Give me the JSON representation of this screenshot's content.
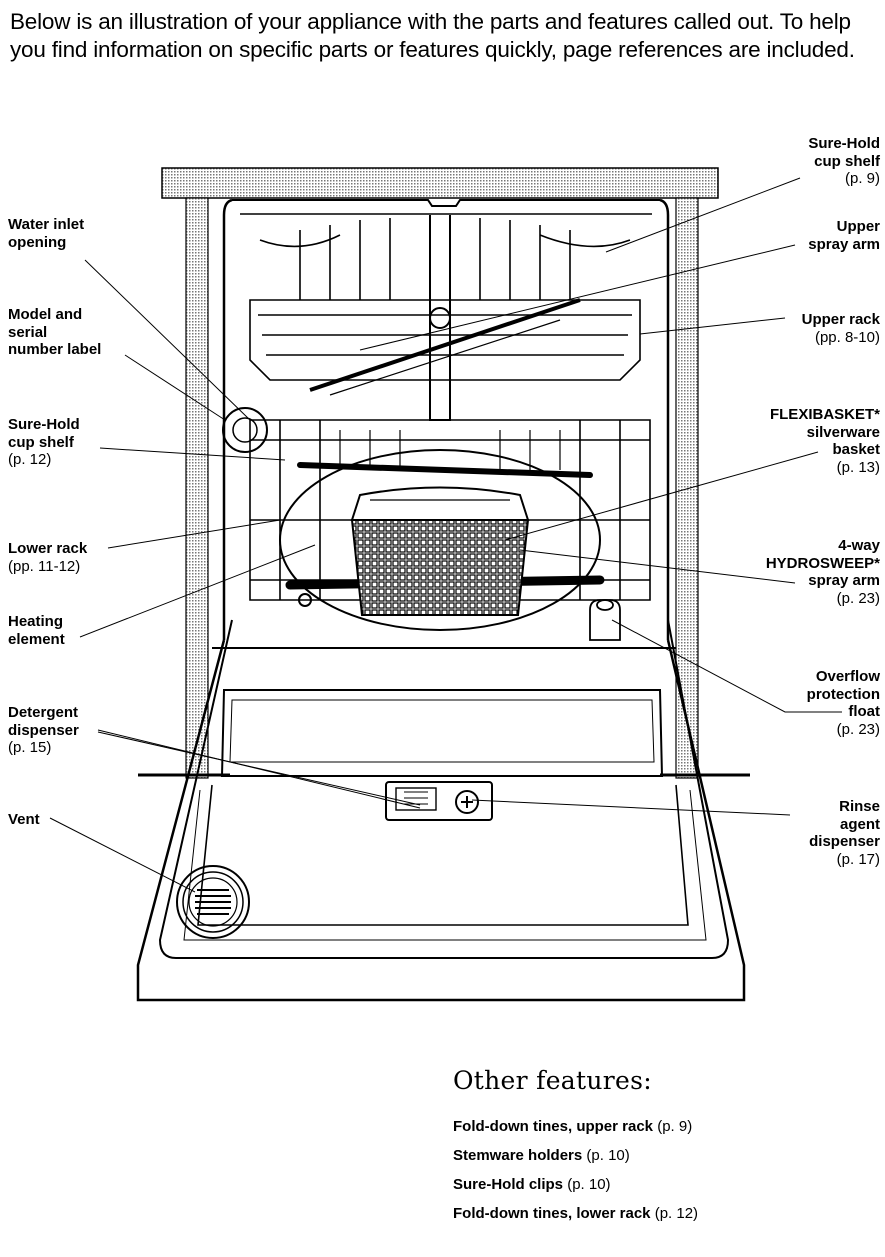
{
  "intro": "Below is an illustration of your appliance with the parts and features called out. To help you find information on specific parts or features quickly, page references are included.",
  "callouts": {
    "water_inlet": {
      "name_line1": "Water inlet",
      "name_line2": "opening"
    },
    "model_label": {
      "name_line1": "Model and",
      "name_line2": "serial",
      "name_line3": "number label"
    },
    "cup_shelf_lower": {
      "name_line1": "Sure-Hold",
      "name_line2": "cup shelf",
      "ref": "(p. 12)"
    },
    "lower_rack": {
      "name_line1": "Lower rack",
      "ref": "(pp. 11-12)"
    },
    "heating_element": {
      "name_line1": "Heating",
      "name_line2": "element"
    },
    "detergent_dispenser": {
      "name_line1": "Detergent",
      "name_line2": "dispenser",
      "ref": "(p. 15)"
    },
    "vent": {
      "name_line1": "Vent"
    },
    "cup_shelf_upper": {
      "name_line1": "Sure-Hold",
      "name_line2": "cup shelf",
      "ref": "(p. 9)"
    },
    "upper_spray_arm": {
      "name_line1": "Upper",
      "name_line2": "spray arm"
    },
    "upper_rack": {
      "name_line1": "Upper rack",
      "ref": "(pp. 8-10)"
    },
    "silverware_basket": {
      "name_line1": "FLEXIBASKET*",
      "name_line2": "silverware",
      "name_line3": "basket",
      "ref": "(p. 13)"
    },
    "hydrosweep_arm": {
      "name_line1": "4-way",
      "name_line2": "HYDROSWEEP*",
      "name_line3": "spray arm",
      "ref": "(p. 23)"
    },
    "overflow_float": {
      "name_line1": "Overflow",
      "name_line2": "protection",
      "name_line3": "float",
      "ref": "(p. 23)"
    },
    "rinse_dispenser": {
      "name_line1": "Rinse",
      "name_line2": "agent",
      "name_line3": "dispenser",
      "ref": "(p. 17)"
    }
  },
  "other_features": {
    "title": "Other features:",
    "items": [
      {
        "name": "Fold-down tines, upper rack",
        "ref": "(p. 9)"
      },
      {
        "name": "Stemware holders",
        "ref": "(p. 10)"
      },
      {
        "name": "Sure-Hold clips",
        "ref": "(p. 10)"
      },
      {
        "name": "Fold-down tines, lower rack",
        "ref": "(p. 12)"
      }
    ]
  }
}
